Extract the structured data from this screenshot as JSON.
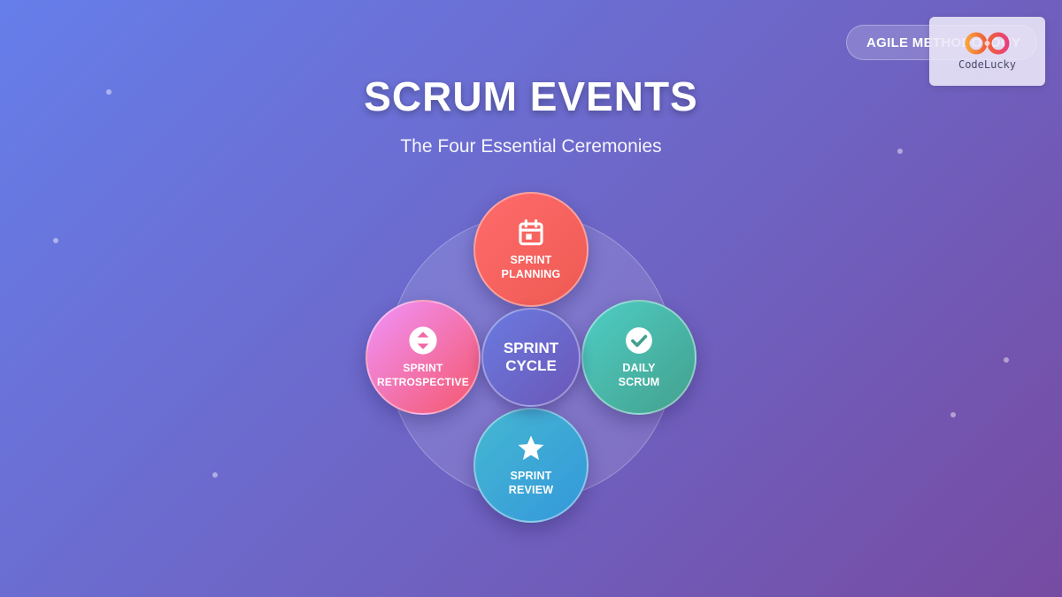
{
  "header": {
    "badge": "AGILE METHODOLOGY",
    "title": "SCRUM EVENTS",
    "subtitle": "The Four Essential Ceremonies"
  },
  "logo": {
    "text": "CodeLucky",
    "icon": "infinity-logo-icon"
  },
  "diagram": {
    "center": {
      "line1": "SPRINT",
      "line2": "CYCLE"
    },
    "events": {
      "planning": {
        "line1": "SPRINT",
        "line2": "PLANNING",
        "icon": "calendar-icon",
        "color": "#ff6b6b"
      },
      "daily": {
        "line1": "DAILY",
        "line2": "SCRUM",
        "icon": "check-circle-icon",
        "color": "#4ecdc4"
      },
      "review": {
        "line1": "SPRINT",
        "line2": "REVIEW",
        "icon": "star-icon",
        "color": "#45b7d1"
      },
      "retrospective": {
        "line1": "SPRINT",
        "line2": "RETROSPECTIVE",
        "icon": "sync-icon",
        "color": "#f093fb"
      }
    }
  },
  "colors": {
    "background_start": "#667eea",
    "background_end": "#764ba2"
  }
}
